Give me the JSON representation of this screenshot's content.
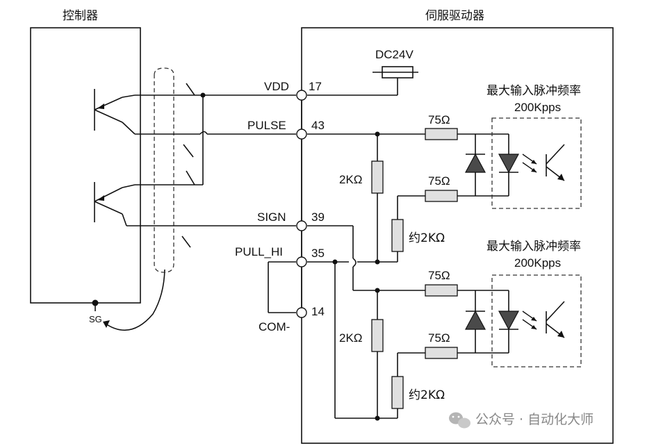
{
  "controller": {
    "title": "控制器",
    "sg_label": "SG"
  },
  "drive": {
    "title": "伺服驱动器",
    "supply_label": "DC24V",
    "pins": [
      {
        "name": "VDD",
        "number": "17"
      },
      {
        "name": "PULSE",
        "number": "43"
      },
      {
        "name": "SIGN",
        "number": "39"
      },
      {
        "name": "PULL_HI",
        "number": "35"
      },
      {
        "name": "COM-",
        "number": "14"
      }
    ],
    "resistors": {
      "r_series_1": "75Ω",
      "r_series_2": "75Ω",
      "r_series_3": "75Ω",
      "r_series_4": "75Ω",
      "r_shunt_1": "2KΩ",
      "r_shunt_2": "2KΩ",
      "r_pull_1": "约2KΩ",
      "r_pull_2": "约2KΩ"
    },
    "optocouplers": [
      {
        "line1": "最大输入脉冲频率",
        "line2": "200Kpps"
      },
      {
        "line1": "最大输入脉冲频率",
        "line2": "200Kpps"
      }
    ]
  },
  "watermark": {
    "text": "公众号 · 自动化大师",
    "icon": "wechat-icon"
  }
}
